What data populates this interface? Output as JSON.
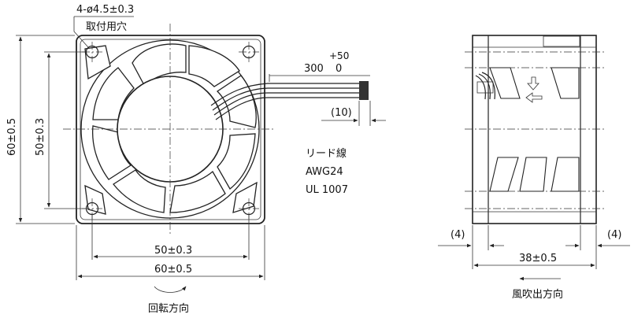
{
  "front_view": {
    "hole_spec": "4-ø4.5±0.3",
    "hole_note": "取付用穴",
    "height_outer": "60±0.5",
    "height_pitch": "50±0.3",
    "width_pitch": "50±0.3",
    "width_outer": "60±0.5",
    "rotation_label": "回転方向"
  },
  "lead": {
    "tolerance": "+50",
    "length": "300",
    "tolerance_low": "0",
    "strip": "(10)",
    "wire_label": "リード線",
    "awg": "AWG24",
    "ul": "UL 1007"
  },
  "side_view": {
    "left_gap": "(4)",
    "right_gap": "(4)",
    "depth": "38±0.5",
    "airflow_label": "風吹出方向"
  }
}
